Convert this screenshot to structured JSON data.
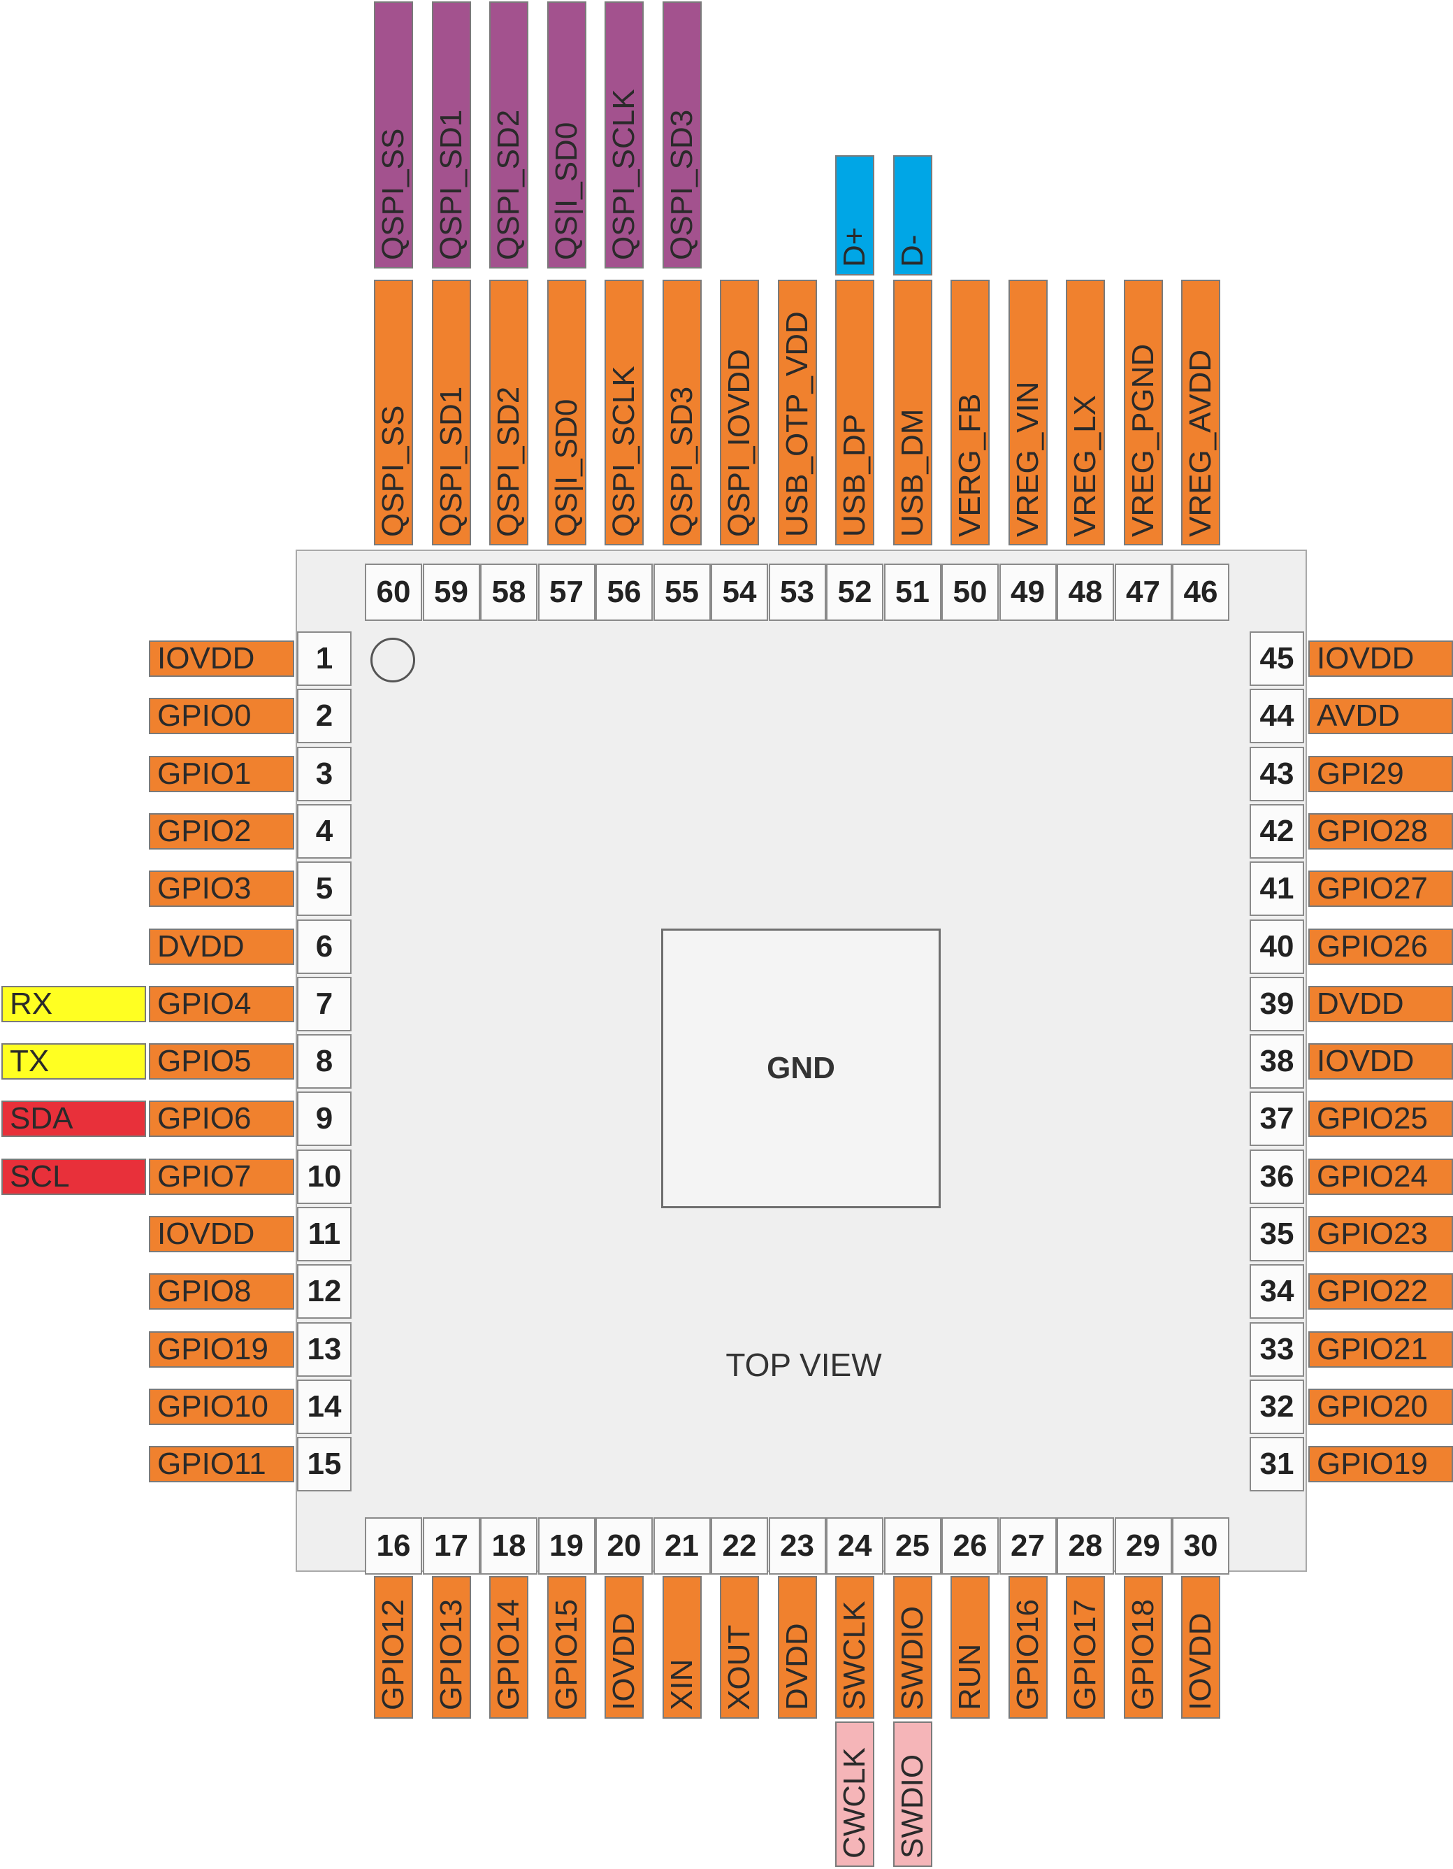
{
  "chip": {
    "center_label": "GND",
    "view_label": "TOP VIEW"
  },
  "colors": {
    "pin": "#f0812e",
    "qspi_alt": "#a3528e",
    "usb_alt": "#00a6e6",
    "uart": "#ffff22",
    "i2c": "#e8303a",
    "swd_alt": "#f5b5b8"
  },
  "left_pins": [
    {
      "num": "1",
      "name": "IOVDD"
    },
    {
      "num": "2",
      "name": "GPIO0"
    },
    {
      "num": "3",
      "name": "GPIO1"
    },
    {
      "num": "4",
      "name": "GPIO2"
    },
    {
      "num": "5",
      "name": "GPIO3"
    },
    {
      "num": "6",
      "name": "DVDD"
    },
    {
      "num": "7",
      "name": "GPIO4"
    },
    {
      "num": "8",
      "name": "GPIO5"
    },
    {
      "num": "9",
      "name": "GPIO6"
    },
    {
      "num": "10",
      "name": "GPIO7"
    },
    {
      "num": "11",
      "name": "IOVDD"
    },
    {
      "num": "12",
      "name": "GPIO8"
    },
    {
      "num": "13",
      "name": "GPIO19"
    },
    {
      "num": "14",
      "name": "GPIO10"
    },
    {
      "num": "15",
      "name": "GPIO11"
    }
  ],
  "left_alt": [
    {
      "pin": "7",
      "name": "RX",
      "color": "#ffff22"
    },
    {
      "pin": "8",
      "name": "TX",
      "color": "#ffff22"
    },
    {
      "pin": "9",
      "name": "SDA",
      "color": "#e8303a"
    },
    {
      "pin": "10",
      "name": "SCL",
      "color": "#e8303a"
    }
  ],
  "right_pins": [
    {
      "num": "45",
      "name": "IOVDD"
    },
    {
      "num": "44",
      "name": "AVDD"
    },
    {
      "num": "43",
      "name": "GPI29"
    },
    {
      "num": "42",
      "name": "GPIO28"
    },
    {
      "num": "41",
      "name": "GPIO27"
    },
    {
      "num": "40",
      "name": "GPIO26"
    },
    {
      "num": "39",
      "name": "DVDD"
    },
    {
      "num": "38",
      "name": "IOVDD"
    },
    {
      "num": "37",
      "name": "GPIO25"
    },
    {
      "num": "36",
      "name": "GPIO24"
    },
    {
      "num": "35",
      "name": "GPIO23"
    },
    {
      "num": "34",
      "name": "GPIO22"
    },
    {
      "num": "33",
      "name": "GPIO21"
    },
    {
      "num": "32",
      "name": "GPIO20"
    },
    {
      "num": "31",
      "name": "GPIO19"
    }
  ],
  "top_pins": [
    {
      "num": "60",
      "name": "QSPI_SS"
    },
    {
      "num": "59",
      "name": "QSPI_SD1"
    },
    {
      "num": "58",
      "name": "QSPI_SD2"
    },
    {
      "num": "57",
      "name": "QS|I_SD0"
    },
    {
      "num": "56",
      "name": "QSPI_SCLK"
    },
    {
      "num": "55",
      "name": "QSPI_SD3"
    },
    {
      "num": "54",
      "name": "QSPI_IOVDD"
    },
    {
      "num": "53",
      "name": "USB_OTP_VDD"
    },
    {
      "num": "52",
      "name": "USB_DP"
    },
    {
      "num": "51",
      "name": "USB_DM"
    },
    {
      "num": "50",
      "name": "VERG_FB"
    },
    {
      "num": "49",
      "name": "VREG_VIN"
    },
    {
      "num": "48",
      "name": "VREG_LX"
    },
    {
      "num": "47",
      "name": "VREG_PGND"
    },
    {
      "num": "46",
      "name": "VREG_AVDD"
    }
  ],
  "top_alt": [
    {
      "pin": "60",
      "name": "QSPI_SS",
      "color": "#a3528e"
    },
    {
      "pin": "59",
      "name": "QSPI_SD1",
      "color": "#a3528e"
    },
    {
      "pin": "58",
      "name": "QSPI_SD2",
      "color": "#a3528e"
    },
    {
      "pin": "57",
      "name": "QS|I_SD0",
      "color": "#a3528e"
    },
    {
      "pin": "56",
      "name": "QSPI_SCLK",
      "color": "#a3528e"
    },
    {
      "pin": "55",
      "name": "QSPI_SD3",
      "color": "#a3528e"
    },
    {
      "pin": "52",
      "name": "D+",
      "color": "#00a6e6"
    },
    {
      "pin": "51",
      "name": "D-",
      "color": "#00a6e6"
    }
  ],
  "bottom_pins": [
    {
      "num": "16",
      "name": "GPIO12"
    },
    {
      "num": "17",
      "name": "GPIO13"
    },
    {
      "num": "18",
      "name": "GPIO14"
    },
    {
      "num": "19",
      "name": "GPIO15"
    },
    {
      "num": "20",
      "name": "IOVDD"
    },
    {
      "num": "21",
      "name": "XIN"
    },
    {
      "num": "22",
      "name": "XOUT"
    },
    {
      "num": "23",
      "name": "DVDD"
    },
    {
      "num": "24",
      "name": "SWCLK"
    },
    {
      "num": "25",
      "name": "SWDIO"
    },
    {
      "num": "26",
      "name": "RUN"
    },
    {
      "num": "27",
      "name": "GPIO16"
    },
    {
      "num": "28",
      "name": "GPIO17"
    },
    {
      "num": "29",
      "name": "GPIO18"
    },
    {
      "num": "30",
      "name": "IOVDD"
    }
  ],
  "bottom_alt": [
    {
      "pin": "24",
      "name": "CWCLK",
      "color": "#f5b5b8"
    },
    {
      "pin": "25",
      "name": "SWDIO",
      "color": "#f5b5b8"
    }
  ]
}
